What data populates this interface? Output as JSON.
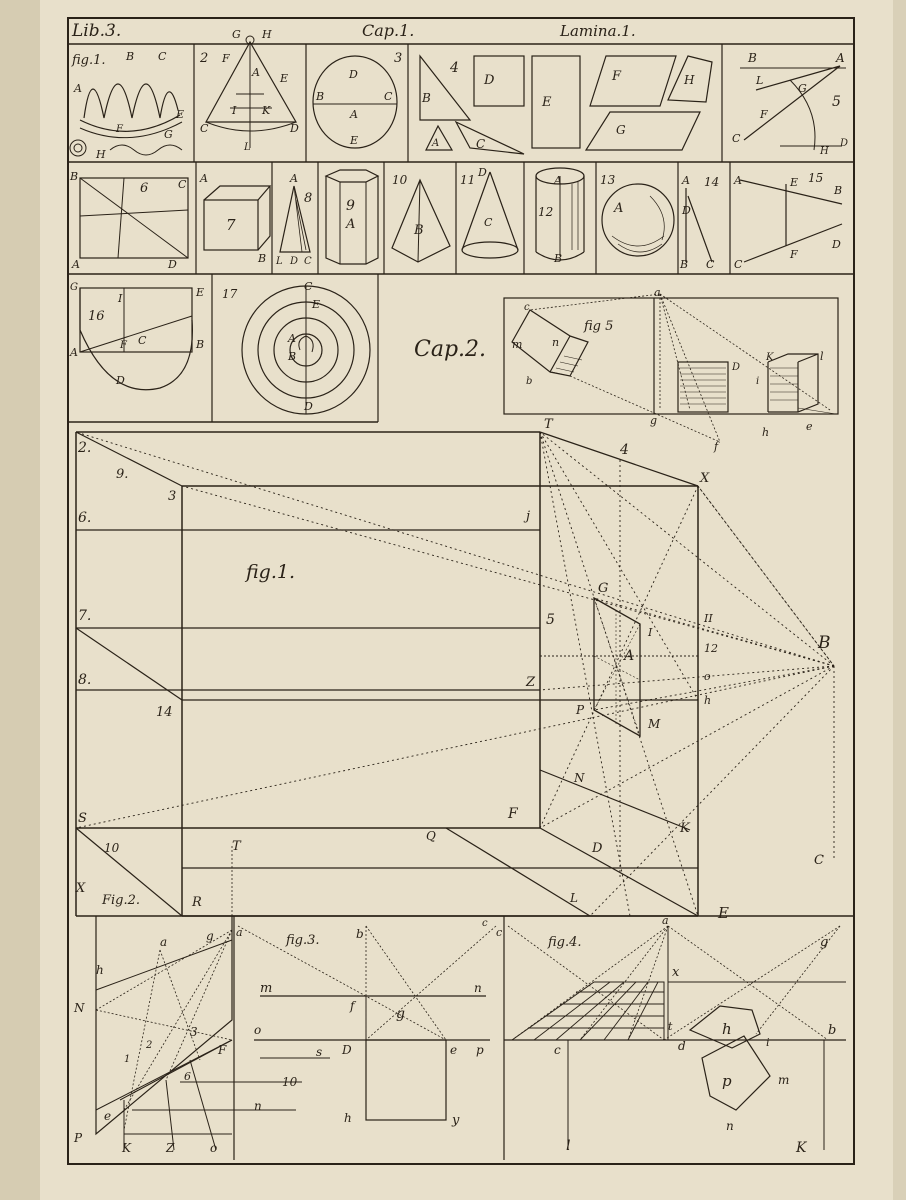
{
  "header": {
    "book": "Lib.3.",
    "chapter": "Cap.1.",
    "plate": "Lamina.1."
  },
  "section_label": "Cap.2.",
  "colors": {
    "paper": "#e8e0cb",
    "ink": "#2a2218",
    "page_edge": "#d9d0b8"
  },
  "panels": {
    "fig1_small": {
      "number": "fig.1.",
      "labels": [
        "A",
        "B",
        "C",
        "E",
        "F",
        "G",
        "H"
      ]
    },
    "fig2_small": {
      "number": "2",
      "labels": [
        "G",
        "H",
        "F",
        "A",
        "E",
        "I",
        "K",
        "C",
        "D",
        "L"
      ]
    },
    "fig3_small": {
      "number": "3",
      "labels": [
        "D",
        "B",
        "C",
        "A",
        "E"
      ]
    },
    "fig4_small": {
      "number": "4",
      "labels": [
        "B",
        "D",
        "E",
        "F",
        "H",
        "G",
        "A",
        "C"
      ]
    },
    "fig5_small": {
      "number": "5",
      "labels": [
        "B",
        "A",
        "L",
        "G",
        "F",
        "C",
        "H",
        "D"
      ]
    },
    "fig6": {
      "number": "6",
      "labels": [
        "B",
        "C",
        "A",
        "D"
      ]
    },
    "fig7": {
      "number": "7",
      "labels": [
        "A",
        "B"
      ]
    },
    "fig8": {
      "number": "8",
      "labels": [
        "A",
        "L",
        "D",
        "C"
      ]
    },
    "fig9": {
      "number": "9",
      "labels": [
        "A"
      ]
    },
    "fig10": {
      "number": "10",
      "labels": [
        "B"
      ]
    },
    "fig11": {
      "number": "11",
      "labels": [
        "D",
        "C"
      ]
    },
    "fig12": {
      "number": "12",
      "labels": [
        "A",
        "B"
      ]
    },
    "fig13": {
      "number": "13",
      "labels": [
        "A"
      ]
    },
    "fig14": {
      "number": "14",
      "labels": [
        "A",
        "D",
        "B",
        "C"
      ]
    },
    "fig15": {
      "number": "15",
      "labels": [
        "A",
        "E",
        "B",
        "F",
        "C",
        "D"
      ]
    },
    "fig16": {
      "number": "16",
      "labels": [
        "G",
        "I",
        "E",
        "A",
        "F",
        "C",
        "B",
        "D"
      ]
    },
    "fig17": {
      "number": "17",
      "labels": [
        "C",
        "E",
        "A",
        "B",
        "D"
      ]
    },
    "cap2_fig5": {
      "number": "fig 5",
      "labels": [
        "c",
        "m",
        "n",
        "b",
        "a",
        "D",
        "K",
        "i",
        "l",
        "g",
        "h",
        "e",
        "f"
      ]
    },
    "main_fig1": {
      "number": "fig.1.",
      "labels": [
        "2.",
        "9.",
        "3",
        "6.",
        "7.",
        "8.",
        "14",
        "S",
        "10",
        "T",
        "4",
        "X",
        "j",
        "5",
        "G",
        "I",
        "A",
        "II",
        "12",
        "o",
        "h",
        "Z",
        "P",
        "M",
        "N",
        "K",
        "F",
        "D",
        "Q",
        "L",
        "C",
        "E",
        "B"
      ]
    },
    "fig2_bottom": {
      "number": "Fig.2.",
      "labels": [
        "X",
        "R",
        "T",
        "a",
        "g",
        "h",
        "N",
        "1",
        "2",
        "3",
        "F",
        "6",
        "e",
        "P",
        "K",
        "Z",
        "o"
      ]
    },
    "fig3_bottom": {
      "number": "fig.3.",
      "labels": [
        "a",
        "b",
        "c",
        "m",
        "n",
        "f",
        "g",
        "o",
        "s",
        "D",
        "e",
        "p",
        "10",
        "n",
        "h",
        "y"
      ]
    },
    "fig4_bottom": {
      "number": "fig.4.",
      "labels": [
        "c",
        "a",
        "g",
        "x",
        "b",
        "h",
        "c",
        "t",
        "d",
        "i",
        "p",
        "m",
        "n",
        "l",
        "K"
      ]
    }
  }
}
